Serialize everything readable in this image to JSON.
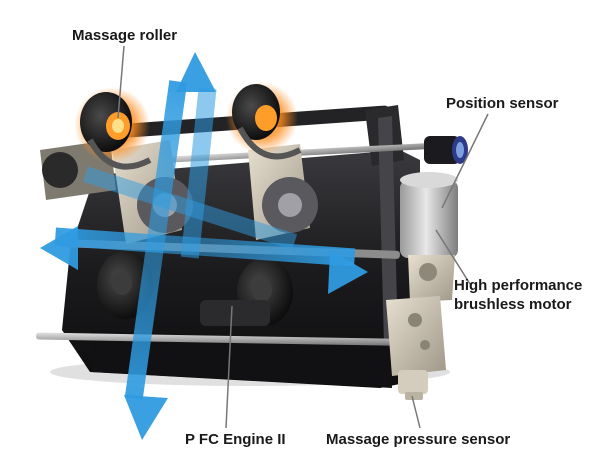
{
  "labels": {
    "massage_roller": "Massage roller",
    "position_sensor": "Position sensor",
    "motor_line1": "High performance",
    "motor_line2": "brushless motor",
    "engine": "P FC Engine II",
    "pressure_sensor": "Massage pressure sensor"
  },
  "colors": {
    "arrow_blue": "#2f9be0",
    "roller_glow": "#ff8a1a",
    "chassis": "#1b1b1d",
    "steel": "#b8b8b8",
    "leader_line": "#777777"
  },
  "icons": {
    "arrows": "four-direction-movement-arrows",
    "mechanism": "massage-mechanism-illustration"
  }
}
